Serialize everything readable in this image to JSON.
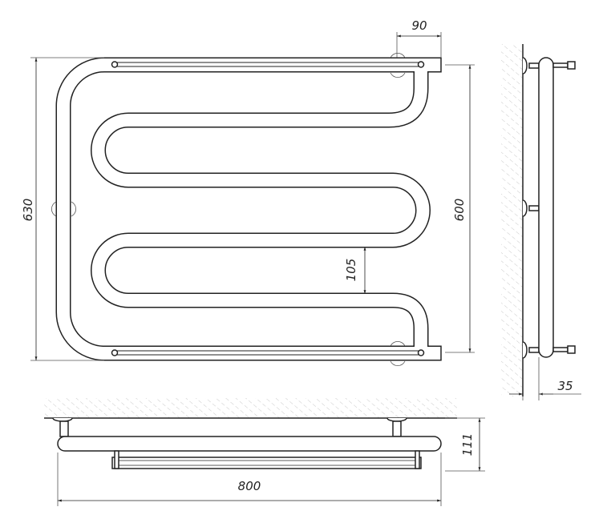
{
  "title": "Towel warmer technical drawing",
  "dimensions": {
    "overall_height": "630",
    "connection_distance": "600",
    "side_offset": "90",
    "bend_pitch": "105",
    "width": "800",
    "depth": "111",
    "wall_gap": "35"
  },
  "colors": {
    "line": "#222222",
    "hatch": "#bbbbbb"
  }
}
